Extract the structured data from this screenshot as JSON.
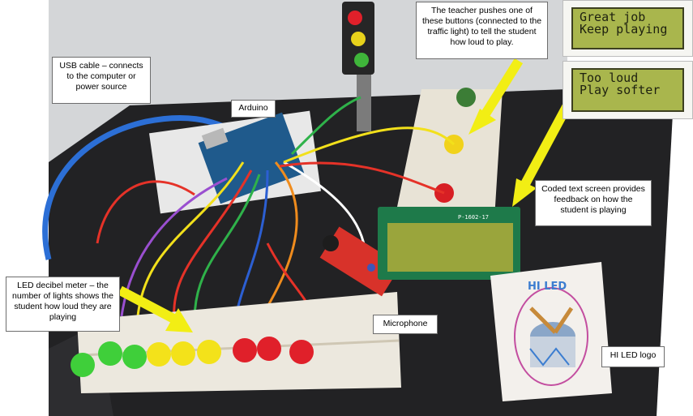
{
  "callouts": {
    "usb": "USB cable – connects to the computer or power source",
    "arduino": "Arduino",
    "teacher": "The teacher pushes one of these buttons (connected to the traffic light) to tell the student how loud to play.",
    "lcd_feedback": "Coded text screen provides feedback on how the student is playing",
    "led_meter": "LED decibel meter – the number of lights shows the student how loud they are playing",
    "microphone": "Microphone",
    "logo": "HI LED logo"
  },
  "lcd_inset_1": {
    "line1": "Great job",
    "line2": "Keep playing"
  },
  "lcd_inset_2": {
    "line1": "Too loud",
    "line2": "Play softer"
  },
  "lcd_module_label": "P-1602-17",
  "logo_text": "HI LED",
  "colors": {
    "arrow": "#f2ee14",
    "led_green": "#3fcf3a",
    "led_yellow": "#f3e21a",
    "led_red": "#e0202a",
    "lcd_screen": "#a9b64d",
    "cable": "#2c6fd6"
  }
}
